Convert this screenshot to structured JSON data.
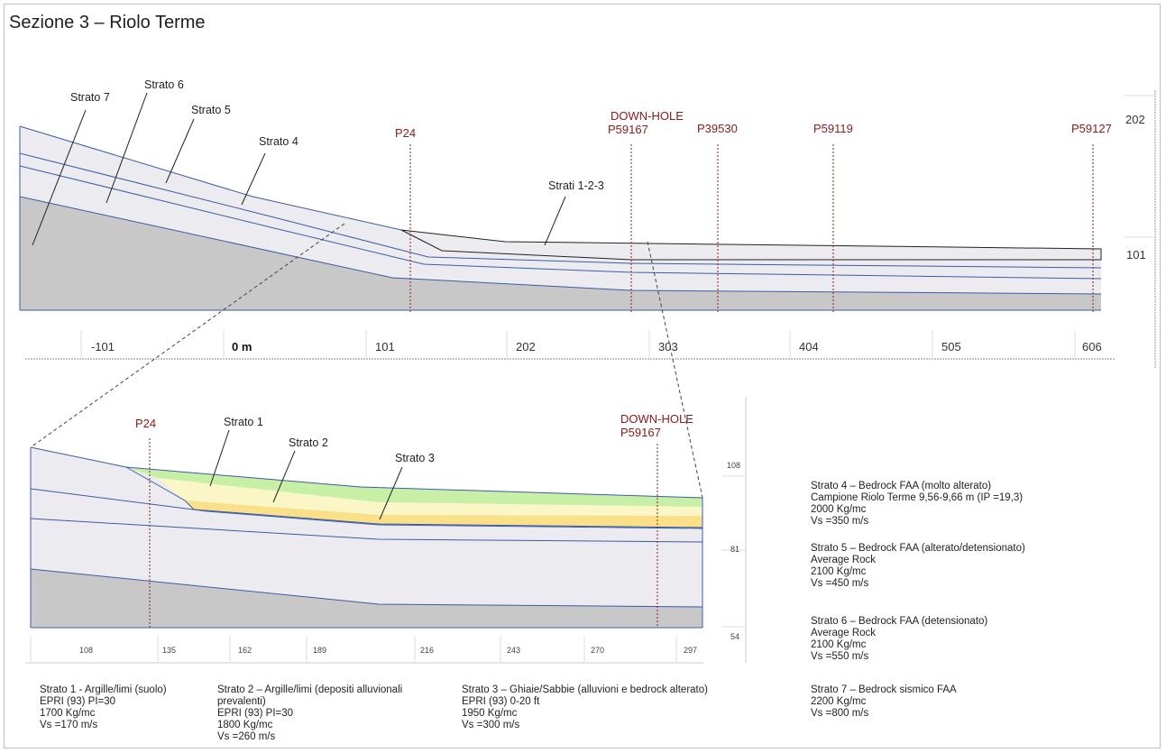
{
  "title": "Sezione 3 – Riolo Terme",
  "top_section": {
    "strata_labels": [
      "Strato 7",
      "Strato 6",
      "Strato 5",
      "Strato 4",
      "Strati 1-2-3"
    ],
    "boreholes": [
      {
        "name": "P24"
      },
      {
        "name": "DOWN-HOLE",
        "id": "P59167"
      },
      {
        "name": "P39530"
      },
      {
        "name": "P59119"
      },
      {
        "name": "P59127"
      }
    ],
    "distance_ticks": [
      "-101",
      "0 m",
      "101",
      "202",
      "303",
      "404",
      "505",
      "606"
    ],
    "elevation_ticks": [
      "202",
      "101"
    ]
  },
  "bottom_section": {
    "strata_labels": [
      "Strato 1",
      "Strato 2",
      "Strato 3"
    ],
    "boreholes": [
      {
        "name": "P24"
      },
      {
        "name": "DOWN-HOLE",
        "id": "P59167"
      }
    ],
    "distance_ticks": [
      "108",
      "135",
      "162",
      "189",
      "216",
      "243",
      "270",
      "297"
    ],
    "elevation_ticks": [
      "108",
      "81",
      "54"
    ]
  },
  "notes": [
    {
      "lines": [
        "Strato 1 - Argille/limi (suolo)",
        "EPRI (93) PI=30",
        "1700 Kg/mc",
        "Vs =170 m/s"
      ]
    },
    {
      "lines": [
        "Strato 2 – Argille/limi (depositi alluvionali",
        "prevalenti)",
        "EPRI (93) PI=30",
        "1800 Kg/mc",
        "Vs =260 m/s"
      ]
    },
    {
      "lines": [
        "Strato 3 – Ghiaie/Sabbie (alluvioni e bedrock alterato)",
        "EPRI (93) 0-20 ft",
        "1950 Kg/mc",
        "Vs =300 m/s"
      ]
    },
    {
      "lines": [
        "Strato 4 – Bedrock FAA (molto alterato)",
        "Campione Riolo Terme 9,56-9,66 m (IP =19,3)",
        "2000 Kg/mc",
        "Vs =350 m/s"
      ]
    },
    {
      "lines": [
        "Strato 5 – Bedrock FAA (alterato/detensionato)",
        "Average Rock",
        "2100 Kg/mc",
        "Vs =450 m/s"
      ]
    },
    {
      "lines": [
        "Strato 6 – Bedrock FAA (detensionato)",
        "Average Rock",
        "2100 Kg/mc",
        "Vs =550 m/s"
      ]
    },
    {
      "lines": [
        "Strato 7 – Bedrock sismico FAA",
        "2200 Kg/mc",
        "Vs =800 m/s"
      ]
    }
  ],
  "colors": {
    "borehole": "#8b1a1a",
    "layer_line": "#3b5ca8",
    "rock_fill": "#c8c8c8",
    "soil_fill": "#ececf0",
    "strato1": "#c7f0a6",
    "strato2": "#fbf6c6",
    "strato3": "#fbe08a"
  }
}
